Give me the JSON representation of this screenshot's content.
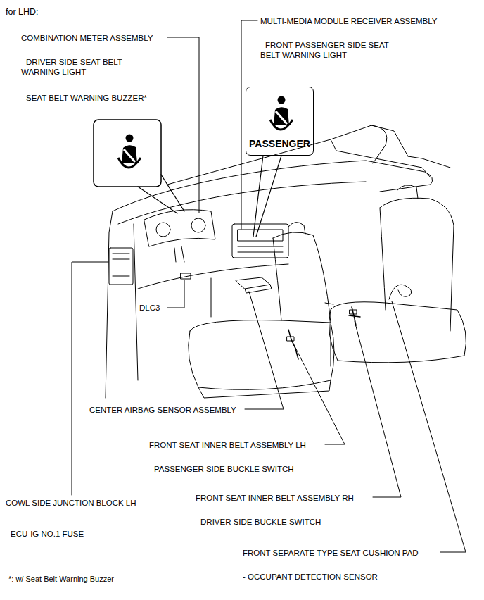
{
  "diagram": {
    "title": "for LHD:",
    "nodes": [
      {
        "text": [
          "PASSENGER"
        ]
      }
    ],
    "labels": [
      "COMBINATION METER ASSEMBLY",
      "- DRIVER SIDE SEAT BELT WARNING LIGHT",
      "- SEAT BELT WARNING BUZZER*",
      "MULTI-MEDIA MODULE RECEIVER ASSEMBLY",
      "- FRONT PASSENGER SIDE SEAT BELT WARNING LIGHT",
      "DLC3",
      "CENTER AIRBAG SENSOR ASSEMBLY",
      "FRONT SEAT INNER BELT ASSEMBLY LH",
      "- PASSENGER SIDE BUCKLE SWITCH",
      "COWL SIDE JUNCTION BLOCK LH",
      "FRONT SEAT INNER BELT ASSEMBLY RH",
      "- DRIVER SIDE BUCKLE SWITCH",
      "- ECU-IG NO.1 FUSE",
      "FRONT SEPARATE TYPE SEAT CUSHION PAD",
      "*: w/ Seat Belt Warning Buzzer",
      "- OCCUPANT DETECTION SENSOR"
    ]
  }
}
